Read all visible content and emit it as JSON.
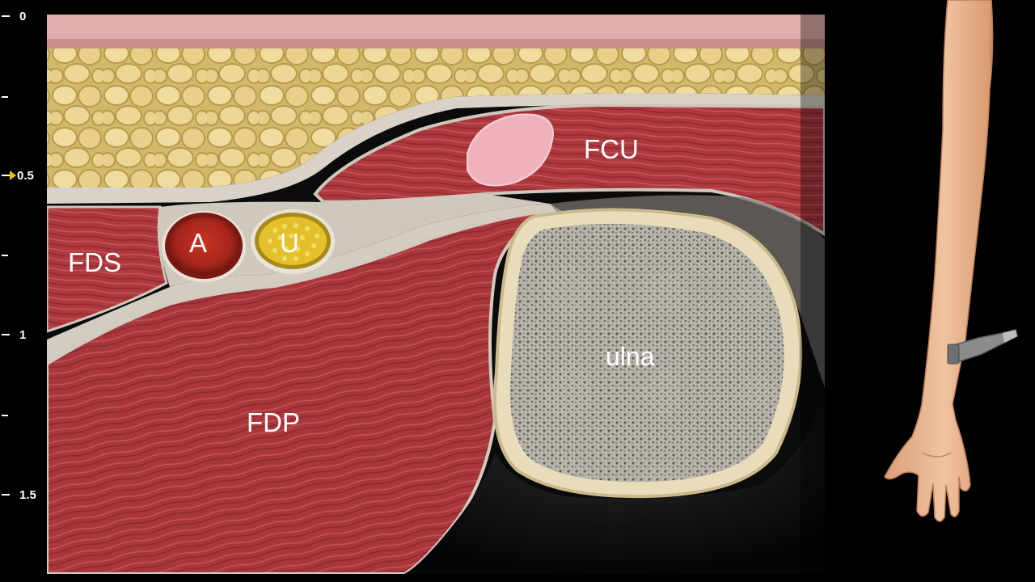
{
  "depth_scale": {
    "unit": "",
    "labels": [
      "0",
      "0.5",
      "1",
      "1.5"
    ],
    "focus_marker_color": "#e8c200"
  },
  "labels": {
    "fcu": "FCU",
    "fds": "FDS",
    "artery": "A",
    "nerve": "U",
    "fdp": "FDP",
    "ulna": "ulna"
  },
  "colors": {
    "background": "#000000",
    "skin": "#e4b0ad",
    "fat": "#e3cf8a",
    "muscle": "#a8353a",
    "fascia": "#d6d0c6",
    "bone_cortex": "#e8dcb8",
    "bone_marrow": "#9a9894",
    "artery": "#b5281c",
    "nerve": "#e2bd2a",
    "arm_skin": "#e9b48f"
  },
  "icons": {
    "transducer": "ultrasound-probe-icon",
    "arm": "forearm-illustration"
  }
}
